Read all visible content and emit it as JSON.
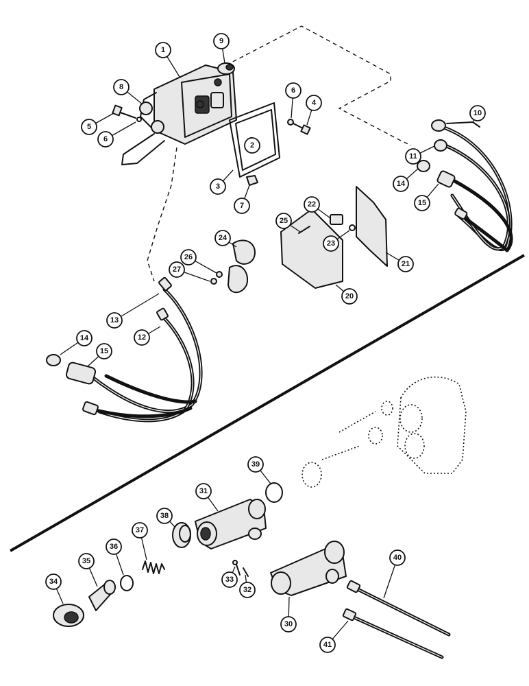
{
  "callouts": [
    {
      "id": "c1",
      "label": "1"
    },
    {
      "id": "c9",
      "label": "9"
    },
    {
      "id": "c8",
      "label": "8"
    },
    {
      "id": "c5",
      "label": "5"
    },
    {
      "id": "c6a",
      "label": "6"
    },
    {
      "id": "c6b",
      "label": "6"
    },
    {
      "id": "c4",
      "label": "4"
    },
    {
      "id": "c2",
      "label": "2"
    },
    {
      "id": "c3",
      "label": "3"
    },
    {
      "id": "c7",
      "label": "7"
    },
    {
      "id": "c10",
      "label": "10"
    },
    {
      "id": "c11",
      "label": "11"
    },
    {
      "id": "c14a",
      "label": "14"
    },
    {
      "id": "c15a",
      "label": "15"
    },
    {
      "id": "c22",
      "label": "22"
    },
    {
      "id": "c25",
      "label": "25"
    },
    {
      "id": "c23",
      "label": "23"
    },
    {
      "id": "c21",
      "label": "21"
    },
    {
      "id": "c20",
      "label": "20"
    },
    {
      "id": "c24",
      "label": "24"
    },
    {
      "id": "c26",
      "label": "26"
    },
    {
      "id": "c27",
      "label": "27"
    },
    {
      "id": "c13",
      "label": "13"
    },
    {
      "id": "c12",
      "label": "12"
    },
    {
      "id": "c14b",
      "label": "14"
    },
    {
      "id": "c15b",
      "label": "15"
    },
    {
      "id": "c39",
      "label": "39"
    },
    {
      "id": "c31",
      "label": "31"
    },
    {
      "id": "c38",
      "label": "38"
    },
    {
      "id": "c37",
      "label": "37"
    },
    {
      "id": "c36",
      "label": "36"
    },
    {
      "id": "c35",
      "label": "35"
    },
    {
      "id": "c34",
      "label": "34"
    },
    {
      "id": "c33",
      "label": "33"
    },
    {
      "id": "c32",
      "label": "32"
    },
    {
      "id": "c30",
      "label": "30"
    },
    {
      "id": "c40",
      "label": "40"
    },
    {
      "id": "c41",
      "label": "41"
    }
  ]
}
